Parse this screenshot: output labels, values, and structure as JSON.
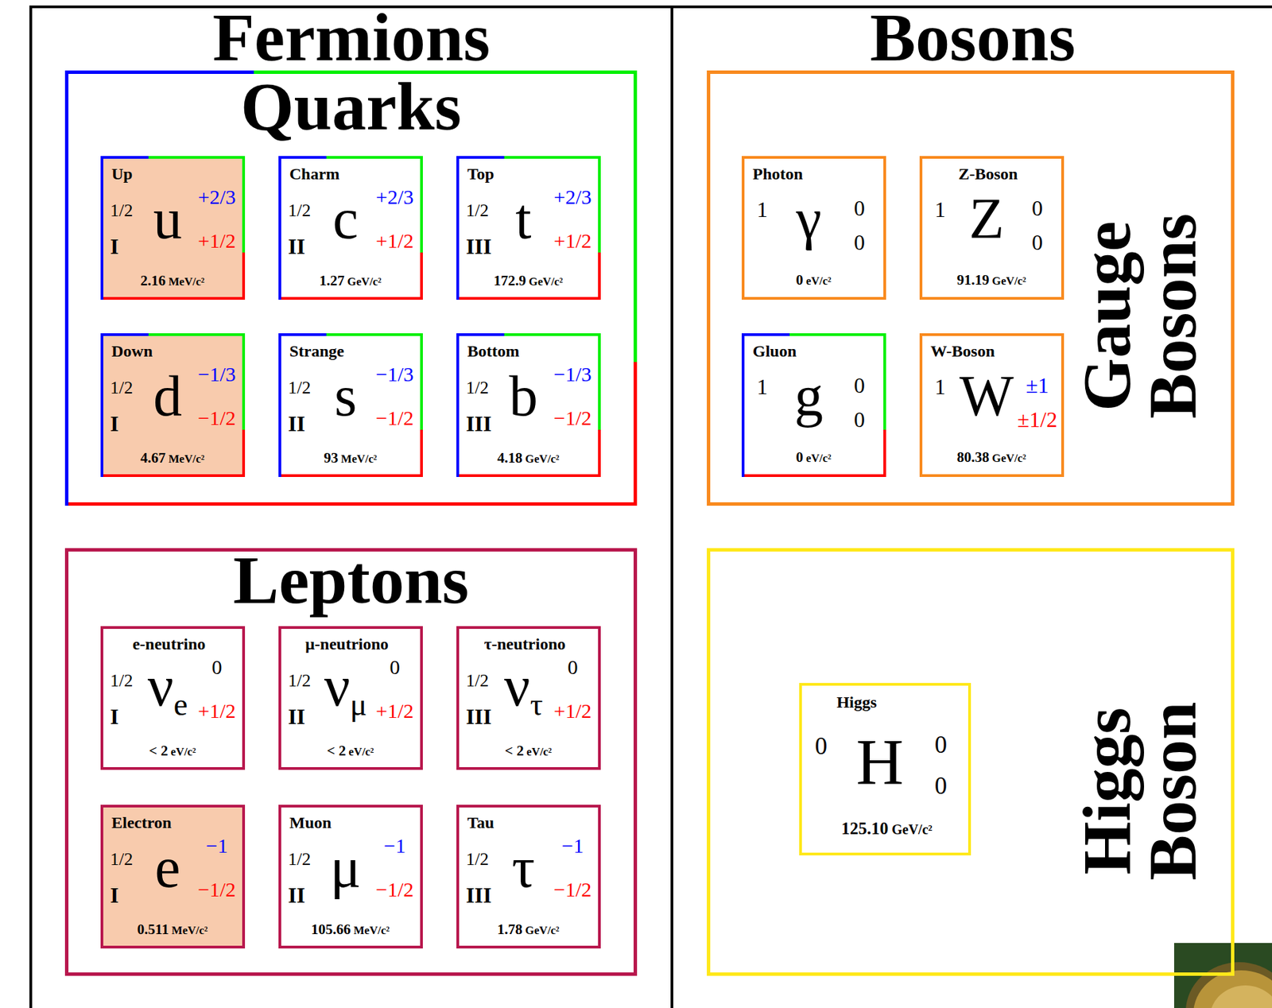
{
  "diagram": {
    "nodes": [
      {
        "text": [
          "Fermions"
        ]
      },
      {
        "text": [
          "Quarks"
        ],
        "in": 0
      },
      {
        "text": [
          "Up",
          "1/2",
          "I",
          "u",
          "+2/3",
          "+1/2",
          "2.16 MeV/c²"
        ],
        "in": 1
      },
      {
        "text": [
          "Charm",
          "1/2",
          "II",
          "c",
          "+2/3",
          "+1/2",
          "1.27 GeV/c²"
        ],
        "in": 1
      },
      {
        "text": [
          "Top",
          "1/2",
          "III",
          "t",
          "+2/3",
          "+1/2",
          "172.9 GeV/c²"
        ],
        "in": 1
      },
      {
        "text": [
          "Down",
          "1/2",
          "I",
          "d",
          "−1/3",
          "−1/2",
          "4.67 MeV/c²"
        ],
        "in": 1
      },
      {
        "text": [
          "Strange",
          "1/2",
          "II",
          "s",
          "−1/3",
          "−1/2",
          "93 MeV/c²"
        ],
        "in": 1
      },
      {
        "text": [
          "Bottom",
          "1/2",
          "III",
          "b",
          "−1/3",
          "−1/2",
          "4.18 GeV/c²"
        ],
        "in": 1
      },
      {
        "text": [
          "Leptons"
        ],
        "in": 0
      },
      {
        "text": [
          "e-neutrino",
          "1/2",
          "I",
          "νe",
          "0",
          "+1/2",
          "< 2 eV/c²"
        ],
        "in": 8
      },
      {
        "text": [
          "μ-neutriono",
          "1/2",
          "II",
          "νμ",
          "0",
          "+1/2",
          "< 2 eV/c²"
        ],
        "in": 8
      },
      {
        "text": [
          "τ-neutriono",
          "1/2",
          "III",
          "ντ",
          "0",
          "+1/2",
          "< 2 eV/c²"
        ],
        "in": 8
      },
      {
        "text": [
          "Electron",
          "1/2",
          "I",
          "e",
          "−1",
          "−1/2",
          "0.511 MeV/c²"
        ],
        "in": 8
      },
      {
        "text": [
          "Muon",
          "1/2",
          "II",
          "μ",
          "−1",
          "−1/2",
          "105.66 MeV/c²"
        ],
        "in": 8
      },
      {
        "text": [
          "Tau",
          "1/2",
          "III",
          "τ",
          "−1",
          "−1/2",
          "1.78 GeV/c²"
        ],
        "in": 8
      },
      {
        "text": [
          "Bosons"
        ]
      },
      {
        "text": [
          "Gauge Bosons"
        ],
        "in": 15
      },
      {
        "text": [
          "Photon",
          "1",
          "γ",
          "0",
          "0",
          "0 eV/c²"
        ],
        "in": 16
      },
      {
        "text": [
          "Z-Boson",
          "1",
          "Z",
          "0",
          "0",
          "91.19 GeV/c²"
        ],
        "in": 16
      },
      {
        "text": [
          "Gluon",
          "1",
          "g",
          "0",
          "0",
          "0 eV/c²"
        ],
        "in": 16
      },
      {
        "text": [
          "W-Boson",
          "1",
          "W",
          "±1",
          "±1/2",
          "80.38 GeV/c²"
        ],
        "in": 16
      },
      {
        "text": [
          "Higgs Boson"
        ],
        "in": 15
      },
      {
        "text": [
          "Higgs",
          "0",
          "H",
          "0",
          "0",
          "125.10 GeV/c²"
        ],
        "in": 21
      }
    ]
  }
}
